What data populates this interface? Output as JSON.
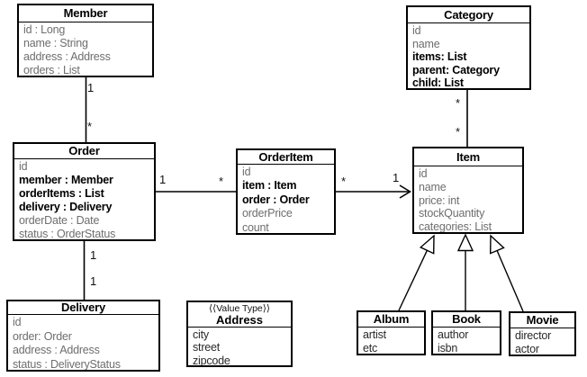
{
  "diagram": {
    "kind": "uml-class-diagram",
    "classes": {
      "member": {
        "name": "Member",
        "attrs": [
          "id : Long",
          "name : String",
          "address : Address",
          "orders : List"
        ]
      },
      "category": {
        "name": "Category",
        "attrs": [
          "id",
          "name",
          "items: List",
          "parent: Category",
          "child: List"
        ]
      },
      "order": {
        "name": "Order",
        "attrs": [
          "id",
          "member : Member",
          "orderItems : List",
          "delivery : Delivery",
          "orderDate : Date",
          "status : OrderStatus"
        ]
      },
      "orderItem": {
        "name": "OrderItem",
        "attrs": [
          "id",
          "item : Item",
          "order : Order",
          "orderPrice",
          "count"
        ]
      },
      "item": {
        "name": "Item",
        "attrs": [
          "id",
          "name",
          "price: int",
          "stockQuantity",
          "categories: List"
        ]
      },
      "delivery": {
        "name": "Delivery",
        "attrs": [
          "id",
          "order: Order",
          "address : Address",
          "status : DeliveryStatus"
        ]
      },
      "address": {
        "stereotype": "⟨⟨Value Type⟩⟩",
        "name": "Address",
        "attrs": [
          "city",
          "street",
          "zipcode"
        ]
      },
      "album": {
        "name": "Album",
        "attrs": [
          "artist",
          "etc"
        ]
      },
      "book": {
        "name": "Book",
        "attrs": [
          "author",
          "isbn"
        ]
      },
      "movie": {
        "name": "Movie",
        "attrs": [
          "director",
          "actor"
        ]
      }
    },
    "relations": {
      "member_order": {
        "type": "association",
        "near_member": "1",
        "near_order": "*"
      },
      "category_item": {
        "type": "association",
        "near_category": "*",
        "near_item": "*"
      },
      "order_orderItem": {
        "type": "association",
        "near_order": "1",
        "near_orderItem": "*"
      },
      "orderItem_item": {
        "type": "directed-association",
        "near_orderItem": "*",
        "near_item": "1"
      },
      "order_delivery": {
        "type": "association",
        "near_order": "1",
        "near_delivery": "1"
      },
      "album_item": {
        "type": "generalization"
      },
      "book_item": {
        "type": "generalization"
      },
      "movie_item": {
        "type": "generalization"
      }
    },
    "colors": {
      "line": "#000000",
      "dim_text": "#6e6e6e",
      "strong_text": "#000000",
      "background": "#ffffff"
    }
  }
}
